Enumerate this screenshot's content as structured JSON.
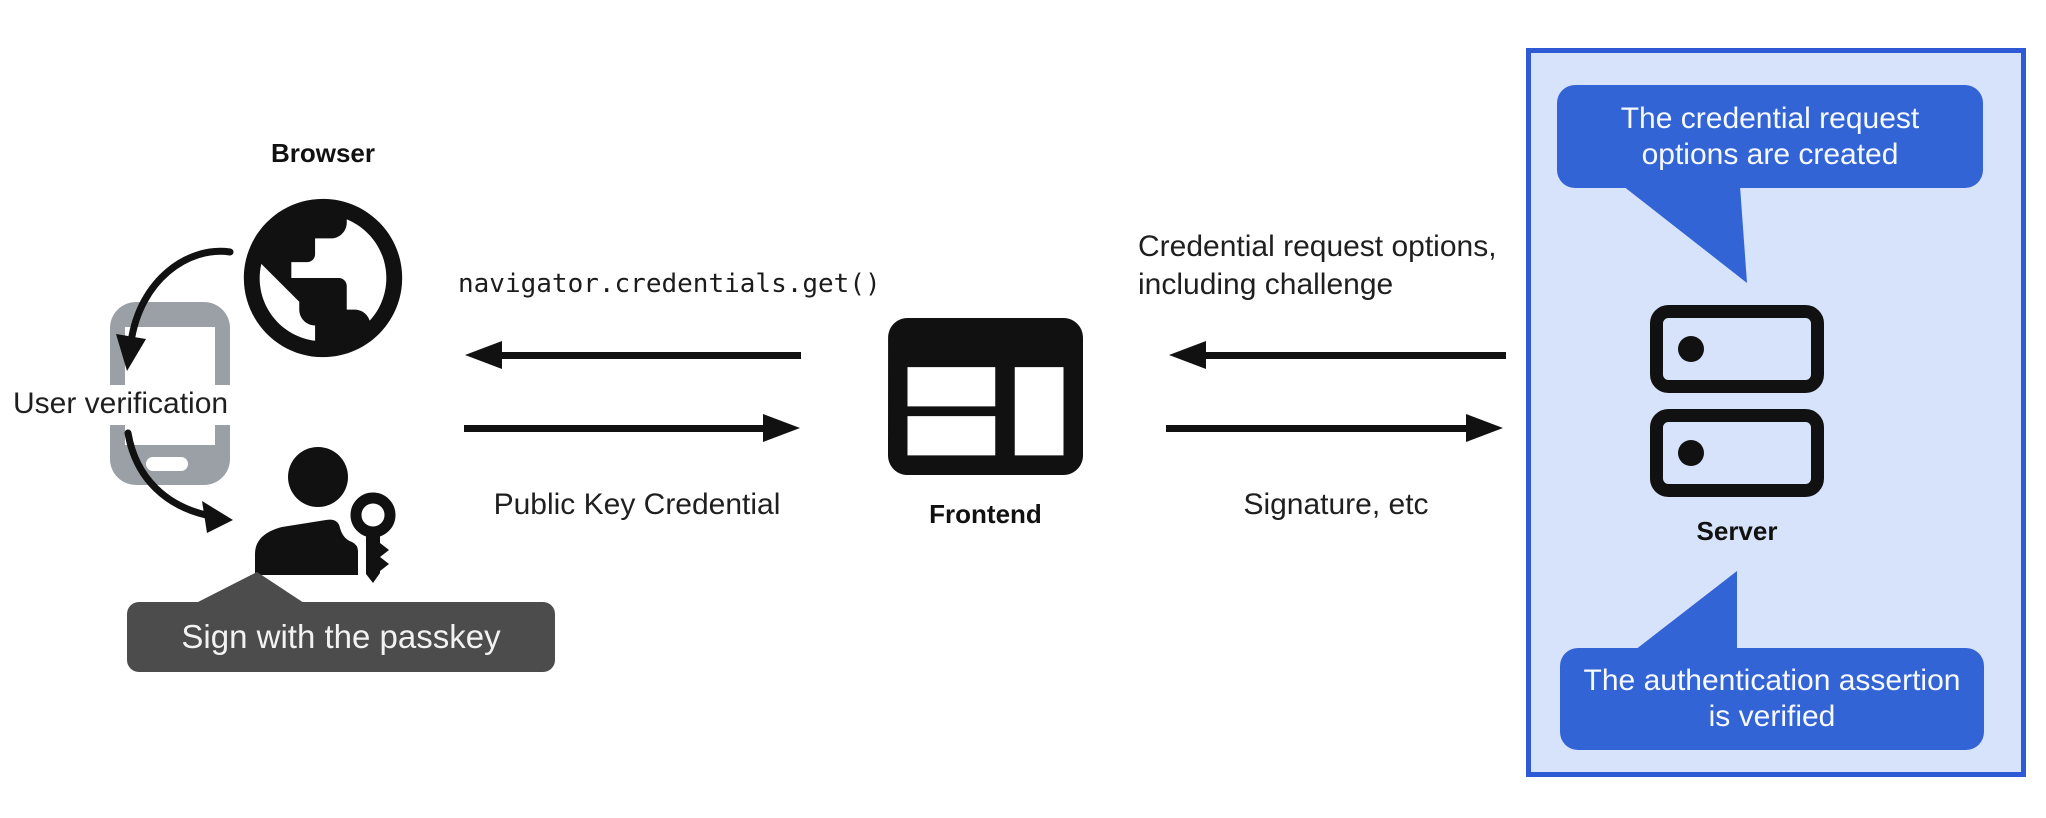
{
  "left": {
    "browser_label": "Browser",
    "user_verification_label": "User verification",
    "passkey_callout": "Sign with the passkey"
  },
  "middle": {
    "code_call": "navigator.credentials.get()",
    "return_label": "Public Key Credential",
    "frontend_label": "Frontend"
  },
  "right": {
    "request_label": "Credential request options,\nincluding challenge",
    "response_label": "Signature, etc",
    "server_label": "Server",
    "bubble_top": "The credential request options are created",
    "bubble_bottom": "The authentication assertion is verified"
  },
  "icons": {
    "globe": "globe-icon",
    "smartphone": "smartphone-icon",
    "person": "person-icon",
    "key": "key-icon",
    "frontend_window": "web-window-icon",
    "server": "server-icon"
  },
  "colors": {
    "ink": "#111111",
    "label_black": "#1f1f1f",
    "phone_gray": "#9aa0a6",
    "callout_gray": "#4c4c4c",
    "bubble_blue": "#3364d6",
    "box_border_blue": "#2e5ad6",
    "box_fill_blue": "#d7e3fa"
  }
}
